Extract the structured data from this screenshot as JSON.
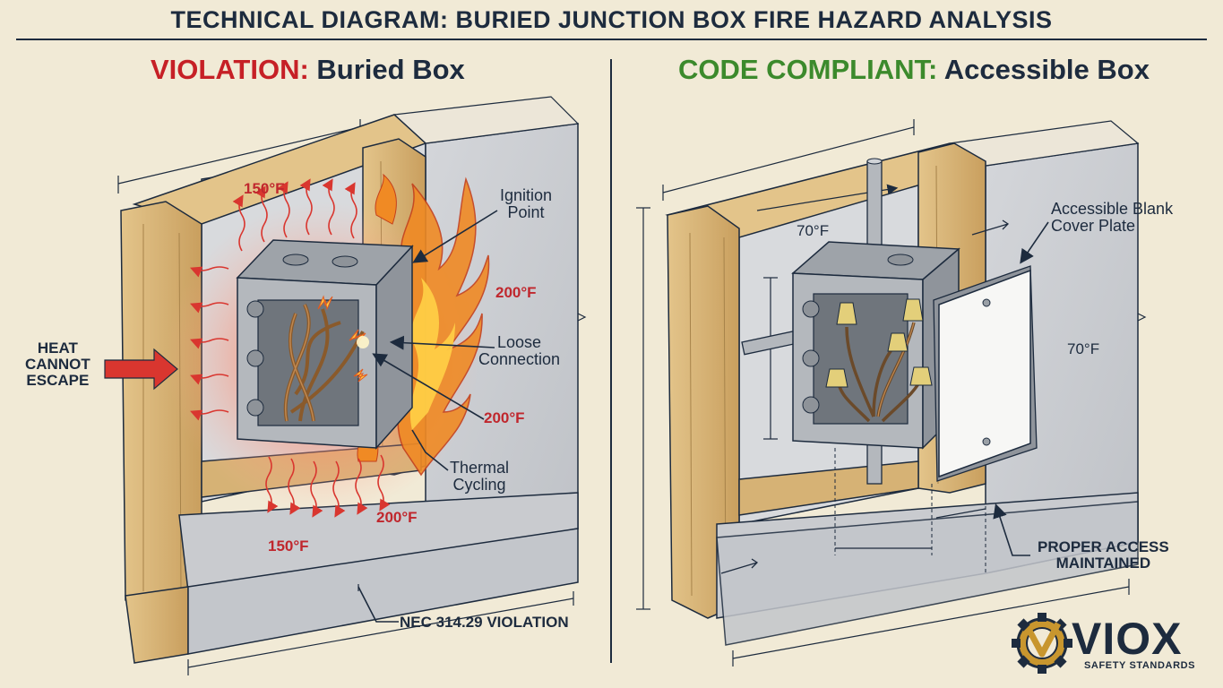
{
  "title": "TECHNICAL DIAGRAM: BURIED JUNCTION BOX FIRE HAZARD ANALYSIS",
  "left_panel": {
    "heading_prefix": "VIOLATION:",
    "heading_rest": "Buried Box",
    "temps": {
      "top": "150°F",
      "right_upper": "200°F",
      "right_lower": "200°F",
      "bottom_right": "200°F",
      "bottom_left": "150°F"
    },
    "callouts": {
      "ignition_line1": "Ignition",
      "ignition_line2": "Point",
      "loose_line1": "Loose",
      "loose_line2": "Connection",
      "thermal_line1": "Thermal",
      "thermal_line2": "Cycling",
      "heat_line1": "HEAT",
      "heat_line2": "CANNOT",
      "heat_line3": "ESCAPE",
      "nec": "NEC 314.29 VIOLATION"
    }
  },
  "right_panel": {
    "heading_prefix": "CODE COMPLIANT:",
    "heading_rest": "Accessible Box",
    "temps": {
      "inner": "70°F",
      "outer": "70°F"
    },
    "callouts": {
      "plate_line1": "Accessible Blank",
      "plate_line2": "Cover Plate",
      "access_line1": "PROPER ACCESS",
      "access_line2": "MAINTAINED"
    }
  },
  "logo": {
    "name": "VIOX",
    "tagline": "SAFETY STANDARDS"
  },
  "colors": {
    "background": "#f1ead6",
    "navy": "#1d2b3e",
    "violation_red": "#c62026",
    "compliant_green": "#3c8a2c",
    "wood": "#d8b87a",
    "drywall": "#c9cbcf",
    "flame": "#f08a24",
    "logo_gold": "#c8962e"
  }
}
